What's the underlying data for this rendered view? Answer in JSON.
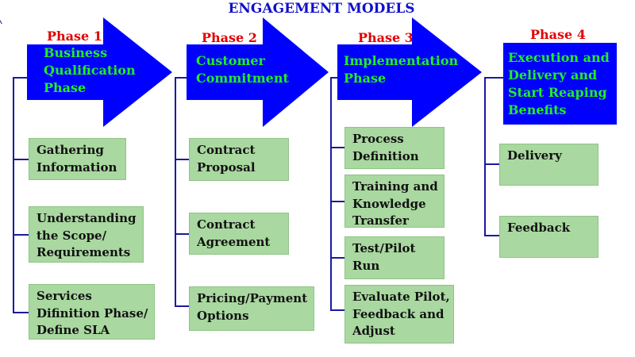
{
  "title": "ENGAGEMENT MODELS",
  "phases": [
    {
      "label": "Phase 1",
      "heading": "Business\nQualification\nPhase",
      "items": [
        "Gathering\nInformation",
        "Understanding\nthe Scope/\nRequirements",
        "Services\nDifinition Phase/\nDefine SLA"
      ]
    },
    {
      "label": "Phase 2",
      "heading": "Customer\nCommitment",
      "items": [
        "Contract\nProposal",
        "Contract\nAgreement",
        "Pricing/Payment\nOptions"
      ]
    },
    {
      "label": "Phase 3",
      "heading": "Implementation\nPhase",
      "items": [
        "Process\nDefinition",
        "Training and\nKnowledge\nTransfer",
        "Test/Pilot\nRun",
        "Evaluate Pilot,\nFeedback and\nAdjust"
      ]
    },
    {
      "label": "Phase 4",
      "heading": "Execution and\nDelivery and\nStart Reaping\nBenefits",
      "items": [
        "Delivery",
        "Feedback"
      ]
    }
  ],
  "colors": {
    "title": "#1010cc",
    "phase_label": "#e00000",
    "arrow_fill": "#0000ff",
    "heading_text": "#22ee22",
    "item_box": "#a9d8a0",
    "connector": "#1a1aa0"
  }
}
